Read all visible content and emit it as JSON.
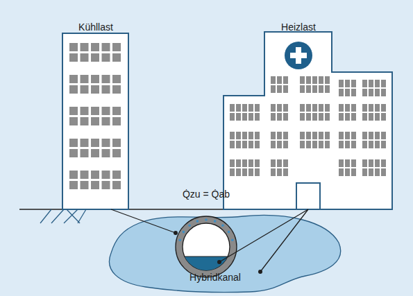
{
  "diagram": {
    "nodes": [
      {
        "text": [
          "Kühllast"
        ]
      },
      {
        "text": [
          "Heizlast"
        ]
      },
      {
        "text": [
          "Hybridkanal"
        ]
      }
    ],
    "edges": [
      {
        "from": 0,
        "to": 2,
        "arrow": "none"
      },
      {
        "from": 1,
        "to": 2,
        "arrow": "none"
      },
      {
        "from": 1,
        "to": 2,
        "arrow": "none"
      }
    ],
    "labels": [
      "Q̇zu = Q̇ab"
    ]
  }
}
